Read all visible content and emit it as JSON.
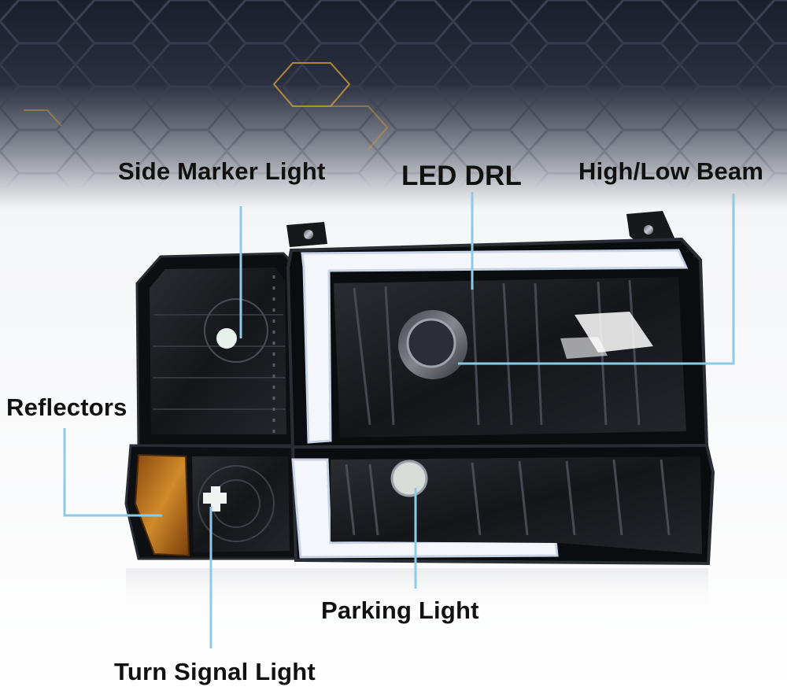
{
  "labels": {
    "side_marker": "Side Marker Light",
    "led_drl": "LED DRL",
    "beam": "High/Low Beam",
    "reflectors": "Reflectors",
    "parking": "Parking Light",
    "turn_signal": "Turn Signal Light"
  },
  "colors": {
    "callout_line": "#8ecae6",
    "label_text": "#111111",
    "housing": "#101114",
    "amber": "#c77a1c",
    "drl_glow": "#f4f6fb",
    "background_top": "#1a1f2c"
  }
}
